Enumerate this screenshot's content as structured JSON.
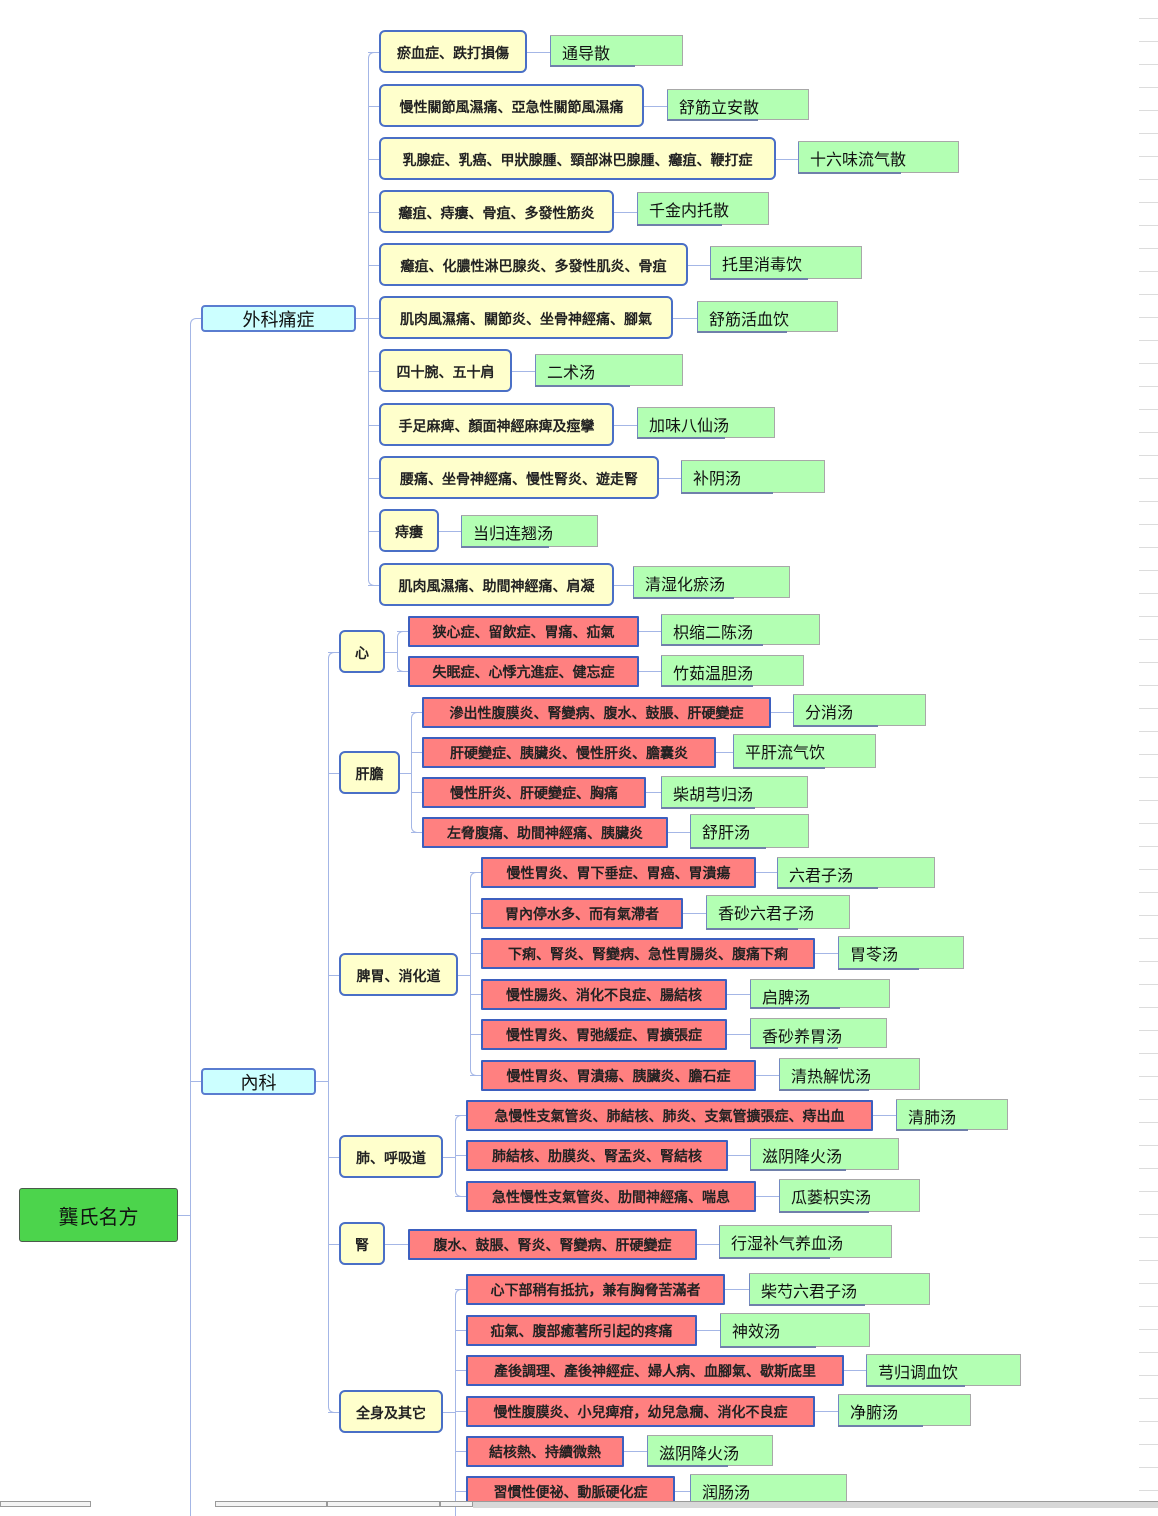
{
  "root": {
    "label": "龔氏名方"
  },
  "surgery": {
    "label": "外科痛症",
    "items": [
      {
        "disease": "瘀血症、跌打損傷",
        "formula": "通导散"
      },
      {
        "disease": "慢性關節風濕痛、亞急性關節風濕痛",
        "formula": "舒筋立安散"
      },
      {
        "disease": "乳腺症、乳癌、甲狀腺腫、頸部淋巴腺腫、癰疽、鞭打症",
        "formula": "十六味流气散"
      },
      {
        "disease": "癰疽、痔瘻、骨疽、多發性筋炎",
        "formula": "千金内托散"
      },
      {
        "disease": "癰疽、化膿性淋巴腺炎、多發性肌炎、骨疽",
        "formula": "托里消毒饮"
      },
      {
        "disease": "肌肉風濕痛、關節炎、坐骨神經痛、腳氣",
        "formula": "舒筋活血饮"
      },
      {
        "disease": "四十腕、五十肩",
        "formula": "二术汤"
      },
      {
        "disease": "手足麻痺、顏面神經麻痺及痙攣",
        "formula": "加味八仙汤"
      },
      {
        "disease": "腰痛、坐骨神經痛、慢性腎炎、遊走腎",
        "formula": "补阴汤"
      },
      {
        "disease": "痔瘻",
        "formula": "当归连翘汤"
      },
      {
        "disease": "肌肉風濕痛、助間神經痛、肩凝",
        "formula": "清湿化瘀汤"
      }
    ]
  },
  "internal": {
    "label": "內科",
    "groups": [
      {
        "label": "心",
        "items": [
          {
            "disease": "狭心症、留飲症、胃痛、疝氣",
            "formula": "枳缩二陈汤"
          },
          {
            "disease": "失眠症、心悸亢進症、健忘症",
            "formula": "竹茹温胆汤"
          }
        ]
      },
      {
        "label": "肝膽",
        "items": [
          {
            "disease": "滲出性腹膜炎、腎變病、腹水、鼓脹、肝硬變症",
            "formula": "分消汤"
          },
          {
            "disease": "肝硬變症、胰臟炎、慢性肝炎、膽囊炎",
            "formula": "平肝流气饮"
          },
          {
            "disease": "慢性肝炎、肝硬變症、胸痛",
            "formula": "柴胡芎归汤"
          },
          {
            "disease": "左脅腹痛、助間神經痛、胰臟炎",
            "formula": "舒肝汤"
          }
        ]
      },
      {
        "label": "脾胃、消化道",
        "items": [
          {
            "disease": "慢性胃炎、胃下垂症、胃癌、胃潰瘍",
            "formula": "六君子汤"
          },
          {
            "disease": "胃內停水多、而有氣滯者",
            "formula": "香砂六君子汤"
          },
          {
            "disease": "下痢、腎炎、腎變病、急性胃腸炎、腹痛下痢",
            "formula": "胃苓汤"
          },
          {
            "disease": "慢性腸炎、消化不良症、腸結核",
            "formula": "启脾汤"
          },
          {
            "disease": "慢性胃炎、胃弛緩症、胃擴張症",
            "formula": "香砂养胃汤"
          },
          {
            "disease": "慢性胃炎、胃潰瘍、胰臟炎、膽石症",
            "formula": "清热解忧汤"
          }
        ]
      },
      {
        "label": "肺、呼吸道",
        "items": [
          {
            "disease": "急慢性支氣管炎、肺結核、肺炎、支氣管擴張症、痔出血",
            "formula": "清肺汤"
          },
          {
            "disease": "肺結核、肋膜炎、腎盂炎、腎結核",
            "formula": "滋阴降火汤"
          },
          {
            "disease": "急性慢性支氣管炎、肋間神經痛、喘息",
            "formula": "瓜蒌枳实汤"
          }
        ]
      },
      {
        "label": "腎",
        "items": [
          {
            "disease": "腹水、鼓脹、腎炎、腎變病、肝硬變症",
            "formula": "行湿补气养血汤"
          }
        ]
      },
      {
        "label": "全身及其它",
        "items": [
          {
            "disease": "心下部稍有抵抗，兼有胸脅苦滿者",
            "formula": "柴芍六君子汤"
          },
          {
            "disease": "疝氣、腹部癒著所引起的疼痛",
            "formula": "神效汤"
          },
          {
            "disease": "產後調理、產後神經症、婦人病、血腳氣、歇斯底里",
            "formula": "芎归调血饮"
          },
          {
            "disease": "慢性腹膜炎、小兒痺疳，幼兒急癇、消化不良症",
            "formula": "净腑汤"
          },
          {
            "disease": "結核熱、持續微熱",
            "formula": "滋阴降火汤"
          },
          {
            "disease": "習慣性便祕、動脈硬化症",
            "formula": "润肠汤"
          }
        ]
      }
    ]
  },
  "colors": {
    "root_fill": "#4cd44c",
    "branch_fill": "#ccffff",
    "category_fill": "#ffffcc",
    "internal_disease_fill": "#ff8080",
    "formula_fill": "#b3ffb3",
    "node_border": "#4a6fc6",
    "connector": "#a4b6e6"
  }
}
